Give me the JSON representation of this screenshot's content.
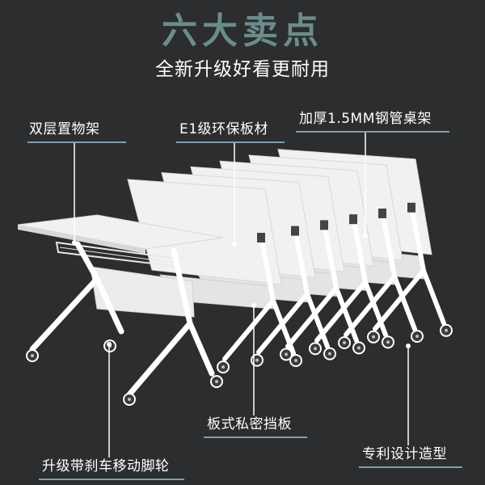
{
  "title": "六大卖点",
  "subtitle": "全新升级好看更耐用",
  "callouts": {
    "shelf": "双层置物架",
    "board": "E1级环保板材",
    "tube": "加厚1.5MM钢管桌架",
    "panel": "板式私密挡板",
    "patent": "专利设计造型",
    "casters": "升级带刹车移动脚轮"
  },
  "colors": {
    "background": "#2b2d2f",
    "title": "#6c8c8c",
    "text": "#ffffff",
    "accent": "#7fa0aa",
    "table_top": "#f1f1ef",
    "frame": "#ffffff",
    "caster": "#3a3a3a"
  }
}
